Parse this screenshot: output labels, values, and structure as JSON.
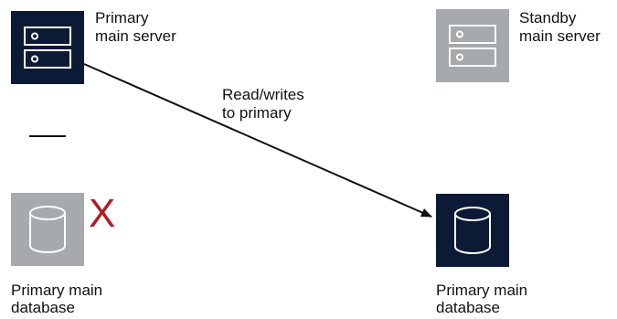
{
  "colors": {
    "active": "#0c1a36",
    "inactive": "#a6aaad",
    "icon_stroke": "#ffffff",
    "fail": "#b01e23",
    "line": "#111111"
  },
  "nodes": {
    "primary_server": {
      "icon": "server-icon",
      "state": "active",
      "line1": "Primary",
      "line2": "main server"
    },
    "standby_server": {
      "icon": "server-icon",
      "state": "inactive",
      "line1": "Standby",
      "line2": "main server"
    },
    "failed_database": {
      "icon": "database-icon",
      "state": "inactive",
      "line1": "Primary main",
      "line2": "database",
      "fail_mark": "X"
    },
    "active_database": {
      "icon": "database-icon",
      "state": "active",
      "line1": "Primary main",
      "line2": "database"
    }
  },
  "connector": {
    "line1": "Read/writes",
    "line2": "to primary"
  }
}
